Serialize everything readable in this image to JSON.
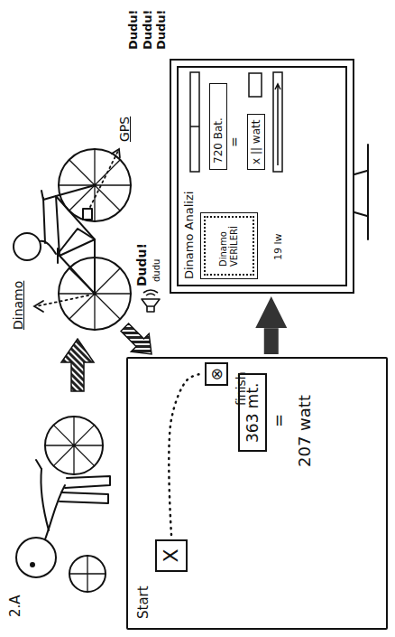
{
  "diagram": {
    "nodes": [
      {
        "text": [
          "=",
          "207 watt"
        ]
      },
      {
        "text": [
          "Start",
          "X"
        ],
        "in": 0
      },
      {
        "text": [
          "⊗",
          "finish"
        ],
        "in": 0
      },
      {
        "text": [
          "363 mt."
        ],
        "in": 0
      },
      {
        "text": [
          "Dinamo Analizi",
          "=",
          "19 lw"
        ]
      },
      {
        "text": [
          "Dinamo VERİLERİ"
        ],
        "in": 4
      },
      {
        "text": [
          "720 Bat."
        ],
        "in": 4
      },
      {
        "text": [
          "x || watt"
        ],
        "in": 4
      }
    ],
    "edges": [
      {
        "from": 1,
        "to": 2,
        "arrow": "none"
      },
      {
        "from": 0,
        "to": 4,
        "arrow": "to"
      }
    ],
    "labels": [
      "2.A",
      "Dinamo",
      "GPS",
      "Dudu!",
      "dudu",
      "Dudu! Dudu! Dudu!"
    ]
  }
}
